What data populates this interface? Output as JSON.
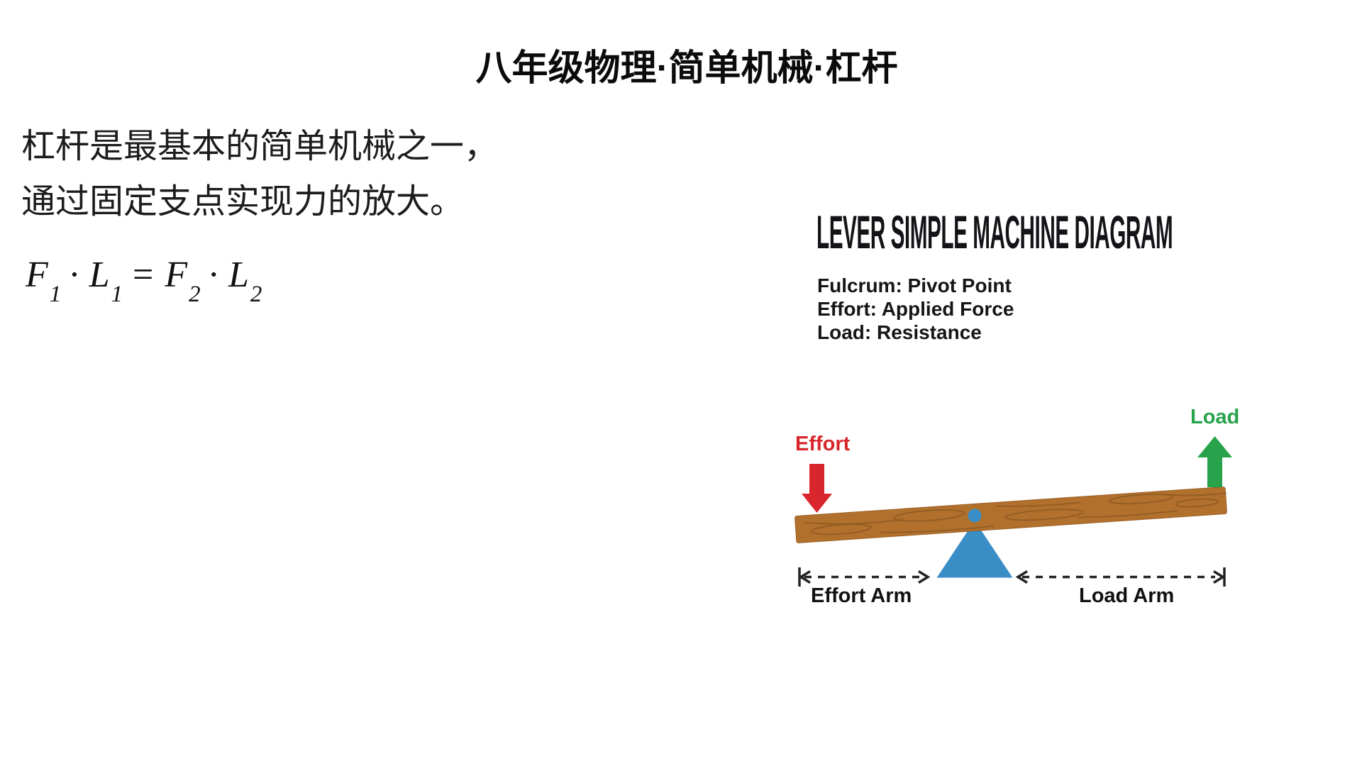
{
  "page": {
    "title": "八年级物理·简单机械·杠杆"
  },
  "intro": {
    "line1": "杠杆是最基本的简单机械之一，",
    "line2": "通过固定支点实现力的放大。"
  },
  "formula": {
    "t0": "F",
    "t1": "1",
    "t2": "·",
    "t3": "L",
    "t4": "1",
    "t5": "=",
    "t6": "F",
    "t7": "2",
    "t8": "·",
    "t9": "L",
    "t10": "2"
  },
  "diagram": {
    "title": "LEVER SIMPLE MACHINE DIAGRAM",
    "legend": {
      "line1": "Fulcrum: Pivot Point",
      "line2": "Effort: Applied Force",
      "line3": "Load: Resistance"
    },
    "labels": {
      "effort": "Effort",
      "load": "Load",
      "effort_arm": "Effort Arm",
      "load_arm": "Load Arm"
    },
    "colors": {
      "effort_red": "#d8262c",
      "load_green": "#28a24b",
      "fulcrum_blue": "#3a8ec6",
      "plank_brown": "#b2702d",
      "plank_grain": "#8e5b22",
      "plank_edge": "#9a5f24",
      "dimension_black": "#222222",
      "text_black": "#111111"
    }
  }
}
